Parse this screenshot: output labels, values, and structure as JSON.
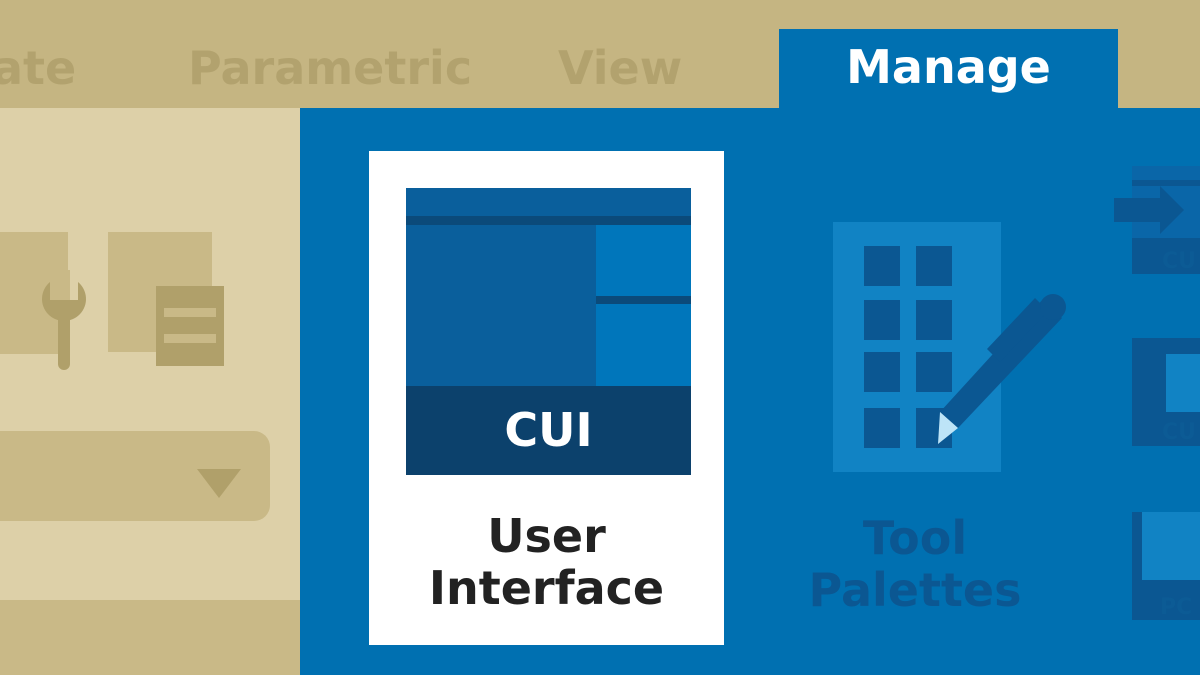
{
  "ribbon": {
    "tabs": [
      {
        "label": "ate"
      },
      {
        "label": "Parametric"
      },
      {
        "label": "View"
      }
    ],
    "active_tab": {
      "label": "Manage"
    }
  },
  "tiles": {
    "user_interface": {
      "badge": "CUI",
      "line1": "User",
      "line2": "Interface"
    },
    "tool_palettes": {
      "line1": "Tool",
      "line2": "Palettes"
    },
    "edge_labels": [
      "CU",
      "CU",
      "PC"
    ]
  },
  "colors": {
    "tab_bar": "#c5b582",
    "panel_blue": "#0070b1",
    "card_white": "#ffffff",
    "tan": "#ddd0a8"
  }
}
